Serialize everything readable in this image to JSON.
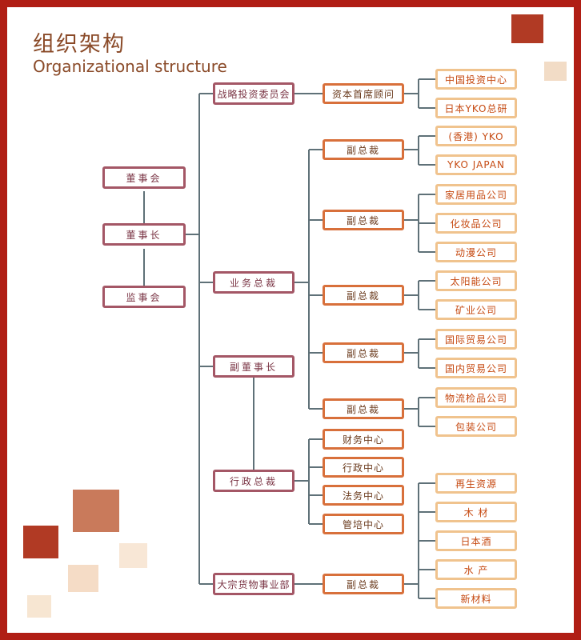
{
  "header": {
    "title_cn": "组织架构",
    "title_en": "Organizational structure"
  },
  "colors": {
    "frame": "#b01e14",
    "title": "#8a4a28",
    "level1_border": "#a45766",
    "level3_border": "#d8703b",
    "level4_border": "#f0c38e",
    "level4_text": "#c64a12",
    "connector": "#5f7178"
  },
  "board": {
    "directors": "董事会",
    "chairman": "董事长",
    "supervisors": "监事会"
  },
  "divisions": {
    "strategy": {
      "label": "战略投资委员会",
      "sub": {
        "label": "资本首席顾问",
        "units": [
          "中国投资中心",
          "日本YKO总研"
        ]
      }
    },
    "business": {
      "label": "业务总裁",
      "vps": [
        {
          "label": "副总裁",
          "units": [
            "(香港) YKO",
            "YKO JAPAN"
          ]
        },
        {
          "label": "副总裁",
          "units": [
            "家居用品公司",
            "化妆品公司",
            "动漫公司"
          ]
        },
        {
          "label": "副总裁",
          "units": [
            "太阳能公司",
            "矿业公司"
          ]
        },
        {
          "label": "副总裁",
          "units": [
            "国际贸易公司",
            "国内贸易公司"
          ]
        },
        {
          "label": "副总裁",
          "units": [
            "物流检品公司",
            "包装公司"
          ]
        }
      ]
    },
    "vice_chairman": {
      "label": "副董事长"
    },
    "admin": {
      "label": "行政总裁",
      "centers": [
        "财务中心",
        "行政中心",
        "法务中心",
        "管培中心"
      ]
    },
    "commodity": {
      "label": "大宗货物事业部",
      "sub": {
        "label": "副总裁",
        "units": [
          "再生资源",
          "木 材",
          "日本酒",
          "水 产",
          "新材料"
        ]
      }
    }
  }
}
